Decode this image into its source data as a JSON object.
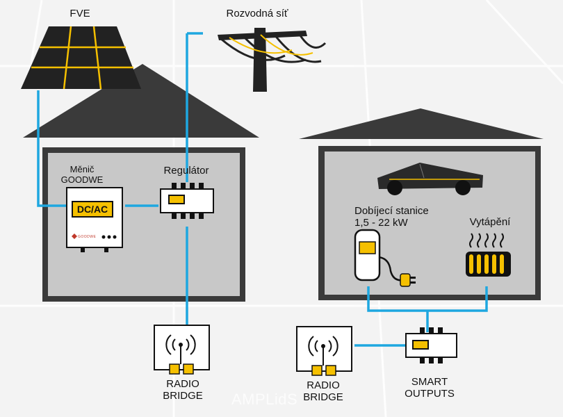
{
  "labels": {
    "fve": "FVE",
    "grid": "Rozvodná síť",
    "inverter": "Měnič\nGOODWE",
    "inverter_display": "DC/AC",
    "inverter_brand": "GOODWE",
    "regulator": "Regulátor",
    "charger": "Dobíjecí stanice\n1,5 - 22 kW",
    "heating": "Vytápění",
    "radio_bridge_1": "RADIO\nBRIDGE",
    "radio_bridge_2": "RADIO\nBRIDGE",
    "smart_outputs": "SMART\nOUTPUTS",
    "watermark": "AMPLidS"
  },
  "colors": {
    "wire": "#1ea7e0",
    "accent": "#f5c000",
    "house": "#3a3a3a",
    "interior": "#c8c8c8",
    "background": "#f3f3f3"
  },
  "icons": [
    "solar-panel-icon",
    "power-pole-icon",
    "inverter-icon",
    "regulator-module-icon",
    "car-icon",
    "ev-charger-icon",
    "plug-icon",
    "heater-icon",
    "radio-bridge-icon",
    "smart-outputs-module-icon"
  ]
}
